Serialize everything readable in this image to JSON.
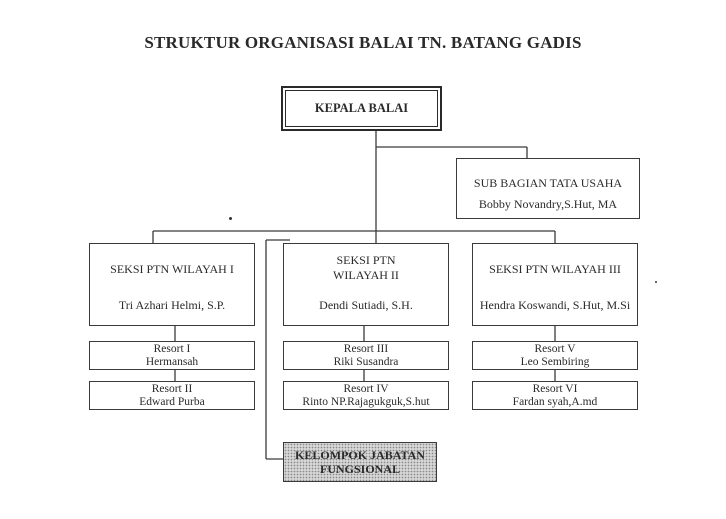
{
  "title": "STRUKTUR ORGANISASI BALAI TN. BATANG GADIS",
  "kepala": "KEPALA BALAI",
  "subbagian": {
    "title": "SUB BAGIAN TATA USAHA",
    "name": "Bobby Novandry,S.Hut, MA"
  },
  "seksi": [
    {
      "title": "SEKSI PTN WILAYAH I",
      "name": "Tri Azhari Helmi, S.P."
    },
    {
      "title_line1": "SEKSI PTN",
      "title_line2": "WILAYAH II",
      "name": "Dendi Sutiadi, S.H."
    },
    {
      "title": "SEKSI PTN WILAYAH III",
      "name": "Hendra Koswandi, S.Hut, M.Si"
    }
  ],
  "resorts": [
    {
      "label": "Resort I",
      "name": "Hermansah"
    },
    {
      "label": "Resort II",
      "name": "Edward Purba"
    },
    {
      "label": "Resort III",
      "name": "Riki Susandra"
    },
    {
      "label": "Resort IV",
      "name": "Rinto NP.Rajagukguk,S.hut"
    },
    {
      "label": "Resort V",
      "name": "Leo Sembiring"
    },
    {
      "label": "Resort VI",
      "name": "Fardan syah,A.md"
    }
  ],
  "kelompok": {
    "line1": "KELOMPOK JABATAN",
    "line2": "FUNGSIONAL"
  }
}
